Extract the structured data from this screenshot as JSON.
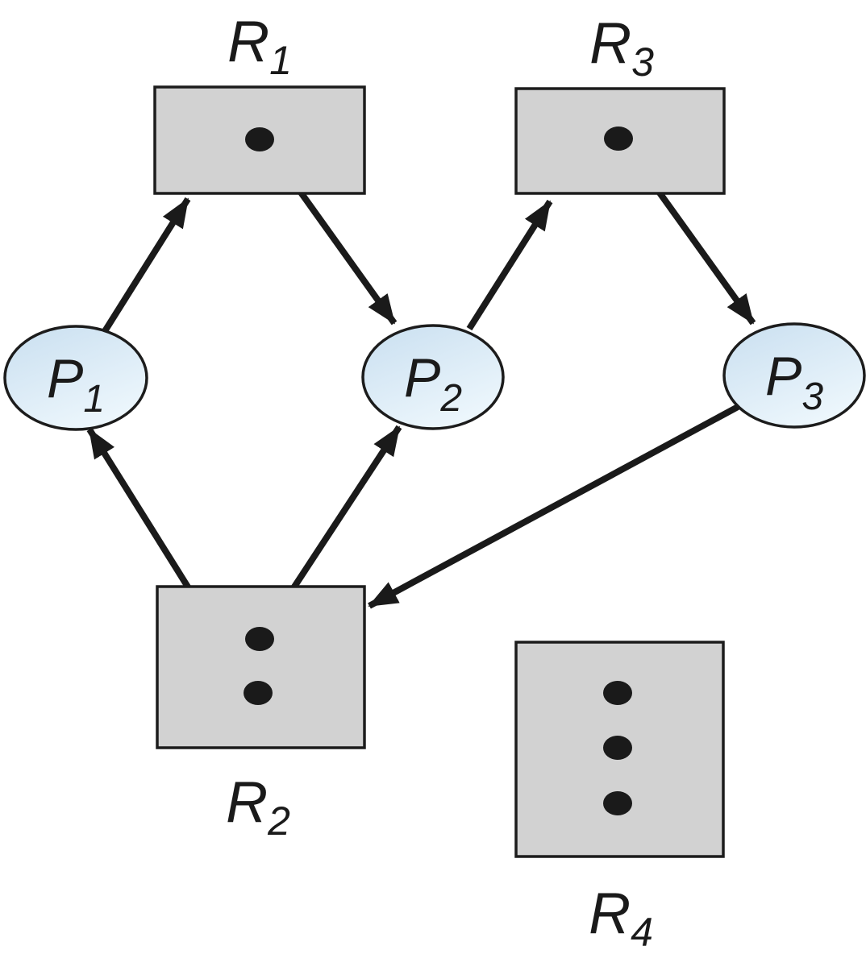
{
  "diagram": {
    "type": "resource-allocation-graph",
    "colors": {
      "background": "#ffffff",
      "resource_fill": "#d2d2d2",
      "resource_border": "#1c1c1c",
      "process_fill_light": "#ecf6fc",
      "process_fill_dark": "#c9dff0",
      "process_border": "#1c1c1c",
      "edge_color": "#1a1a1a",
      "instance_dot_color": "#1a1a1a",
      "label_color": "#1a1a1a"
    },
    "processes": [
      {
        "id": "P1",
        "base": "P",
        "sub": "1"
      },
      {
        "id": "P2",
        "base": "P",
        "sub": "2"
      },
      {
        "id": "P3",
        "base": "P",
        "sub": "3"
      }
    ],
    "resources": [
      {
        "id": "R1",
        "base": "R",
        "sub": "1",
        "instances": 1
      },
      {
        "id": "R2",
        "base": "R",
        "sub": "2",
        "instances": 2
      },
      {
        "id": "R3",
        "base": "R",
        "sub": "3",
        "instances": 1
      },
      {
        "id": "R4",
        "base": "R",
        "sub": "4",
        "instances": 3
      }
    ],
    "edges": [
      {
        "from": "P1",
        "to": "R1",
        "type": "request"
      },
      {
        "from": "R1",
        "to": "P2",
        "type": "assignment"
      },
      {
        "from": "P2",
        "to": "R3",
        "type": "request"
      },
      {
        "from": "R3",
        "to": "P3",
        "type": "assignment"
      },
      {
        "from": "R2",
        "to": "P2",
        "type": "assignment"
      },
      {
        "from": "R2",
        "to": "P1",
        "type": "assignment"
      },
      {
        "from": "P3",
        "to": "R2",
        "type": "request"
      }
    ]
  }
}
